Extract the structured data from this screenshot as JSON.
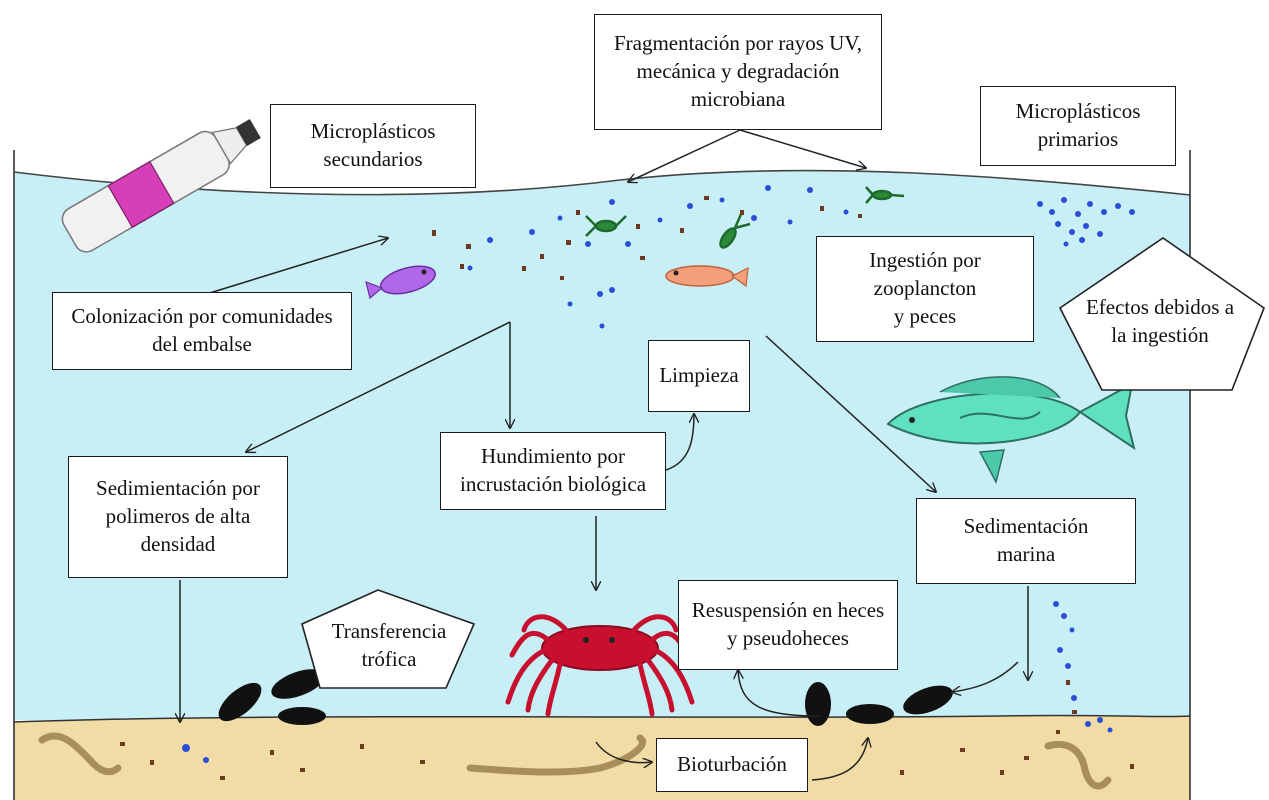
{
  "labels": {
    "fragmentacion": "Fragmentación por rayos UV,\nmecánica y degradación\nmicrobiana",
    "secundarios": "Microplásticos\nsecundarios",
    "primarios": "Microplásticos\nprimarios",
    "colonizacion": "Colonización por comunidades\ndel  embalse",
    "ingestion": "Ingestión por\nzooplancton\ny peces",
    "efectos": "Efectos debidos a\nla ingestión",
    "limpieza": "Limpieza",
    "hundimiento": "Hundimiento por\nincrustación biológica",
    "sedimentacion_polimeros": "Sedimientación por\npolimeros de alta\ndensidad",
    "sedimentacion_marina": "Sedimentación\nmarina",
    "transferencia": "Transferencia\ntrófica",
    "resuspension": "Resuspensión en heces\ny pseudoheces",
    "bioturbacion": "Bioturbación"
  },
  "colors": {
    "water": "#c8eef6",
    "sediment": "#f2dca6",
    "particle_blue": "#2a4fd6",
    "particle_brown": "#6b3a1f",
    "fish": "#5fe0c0",
    "crab": "#c8102e",
    "bottle_label": "#d63fb8"
  },
  "icons": [
    "plastic-bottle-icon",
    "purple-fish-icon",
    "orange-fish-icon",
    "green-fish-icon",
    "red-crab-icon",
    "mussel-icon",
    "worm-icon",
    "zooplankton-icon"
  ]
}
